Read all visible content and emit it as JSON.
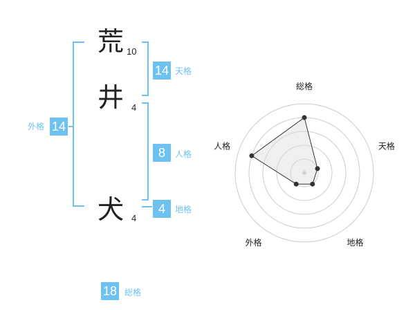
{
  "name": {
    "chars": [
      {
        "char": "荒",
        "strokes": "10"
      },
      {
        "char": "井",
        "strokes": "4"
      },
      {
        "char": "犬",
        "strokes": "4"
      }
    ]
  },
  "kakusu": {
    "tenkaku": {
      "value": "14",
      "label": "天格"
    },
    "jinkaku": {
      "value": "8",
      "label": "人格"
    },
    "chikaku": {
      "value": "4",
      "label": "地格"
    },
    "gaikaku": {
      "value": "14",
      "label": "外格"
    },
    "soukaku": {
      "value": "18",
      "label": "総格"
    }
  },
  "colors": {
    "accent": "#6ec2f1",
    "text": "#222222",
    "grid": "#cccccc",
    "fill": "#f0f0f0"
  },
  "chart_data": {
    "type": "radar",
    "axes": [
      "総格",
      "天格",
      "地格",
      "外格",
      "人格"
    ],
    "values": [
      4,
      1,
      1,
      1,
      4
    ],
    "rlim": [
      0,
      5
    ],
    "rings": 5,
    "grid": true
  }
}
